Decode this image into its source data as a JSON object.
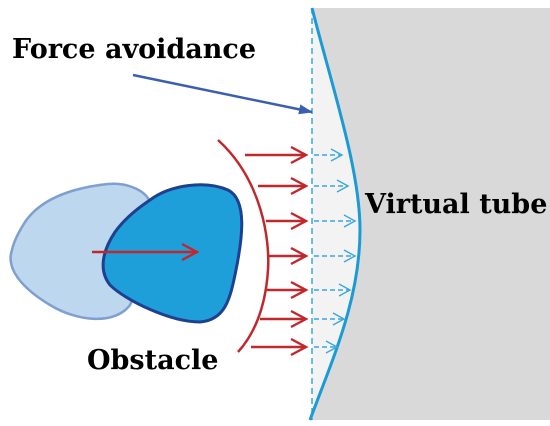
{
  "labels": {
    "force_avoidance": "Force avoidance",
    "virtual_tube": "Virtual tube",
    "obstacle": "Obstacle"
  },
  "colors": {
    "tube_fill": "#d9d9d9",
    "tube_boundary": "#1a9ad6",
    "obstacle_prev_fill": "#bdd7ee",
    "obstacle_prev_stroke": "#7f9fd0",
    "obstacle_fill": "#1f9fd9",
    "obstacle_stroke": "#1f3f8f",
    "force_arrows": "#c0282d",
    "pointer_arrow": "#3a5fae",
    "tube_arrows": "#38a8de"
  },
  "icons": [
    "previous-obstacle-shape",
    "obstacle-shape",
    "force-arrow-icon",
    "pointer-arrow-icon"
  ]
}
